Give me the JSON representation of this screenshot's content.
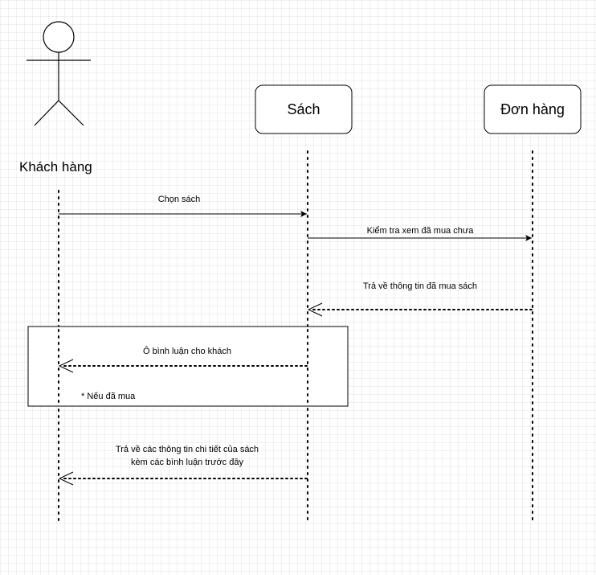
{
  "actor": {
    "label": "Khách hàng"
  },
  "participants": [
    {
      "id": "sach",
      "label": "Sách"
    },
    {
      "id": "don-hang",
      "label": "Đơn hàng"
    }
  ],
  "messages": [
    {
      "id": "msg-1",
      "label": "Chọn sách",
      "from": "actor",
      "to": "sach",
      "style": "solid"
    },
    {
      "id": "msg-2",
      "label": "Kiểm tra xem đã mua chưa",
      "from": "sach",
      "to": "don-hang",
      "style": "solid"
    },
    {
      "id": "msg-3",
      "label": "Trả về thông tin đã mua sách",
      "from": "don-hang",
      "to": "sach",
      "style": "dashed"
    },
    {
      "id": "msg-4",
      "label": "Ô bình luận cho khách",
      "from": "sach",
      "to": "actor",
      "style": "dashed"
    },
    {
      "id": "msg-5",
      "label_line1": "Trả về các thông tin chi tiết của sách",
      "label_line2": "kèm các bình luận trước đây",
      "from": "sach",
      "to": "actor",
      "style": "dashed"
    }
  ],
  "condition_box": {
    "label": "* Nếu đã mua"
  }
}
